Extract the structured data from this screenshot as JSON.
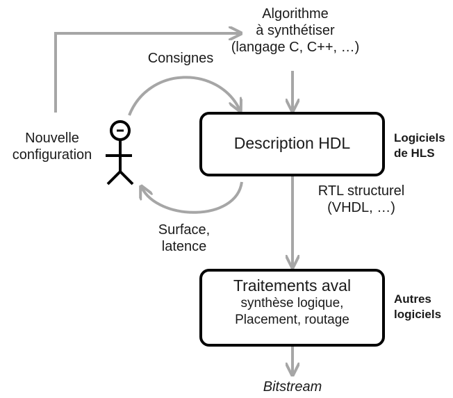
{
  "labels": {
    "algorithm": [
      "Algorithme",
      "à synthétiser",
      "(langage C, C++, …)"
    ],
    "consignes": "Consignes",
    "nouvelle_config": [
      "Nouvelle",
      "configuration"
    ],
    "surface_latence": [
      "Surface,",
      "latence"
    ],
    "rtl": [
      "RTL structurel",
      "(VHDL, …)"
    ],
    "bitstream": "Bitstream"
  },
  "boxes": {
    "hdl": {
      "title": "Description HDL"
    },
    "aval": {
      "title": "Traitements aval",
      "lines": [
        "synthèse logique,",
        "Placement, routage"
      ]
    }
  },
  "side_labels": {
    "hls": [
      "Logiciels",
      "de HLS"
    ],
    "autres": [
      "Autres",
      "logiciels"
    ]
  },
  "colors": {
    "arrow": "#a6a6a6",
    "box_border": "#000000",
    "text": "#1a1a1a"
  }
}
